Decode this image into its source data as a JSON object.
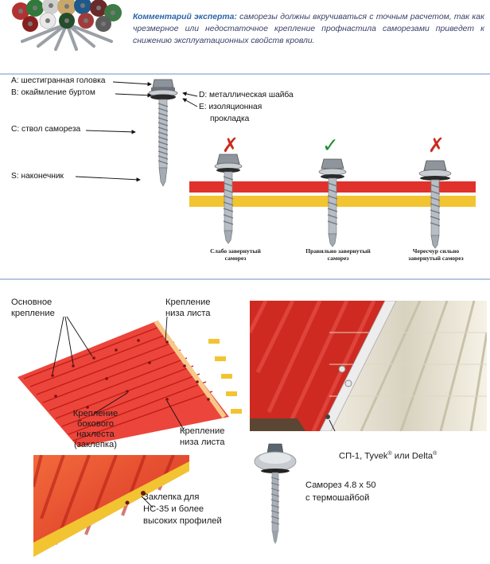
{
  "expert_comment": {
    "label": "Комментарий эксперта:",
    "text": "саморезы должны вкручиваться с точным расчетом, так как чрезмерное или недостаточное крепление профнастила саморезами приведет к снижению эксплуатационных свойств кровли."
  },
  "screw_parts": {
    "a": "A: шестигранная головка",
    "b": "B: окаймление буртом",
    "c": "C: ствол самореза",
    "s": "S: наконечник",
    "d": "D: металлическая шайба",
    "e_line1": "E: изоляционная",
    "e_line2": "прокладка"
  },
  "installation": {
    "cases": [
      {
        "mark": "✗",
        "status": "wrong",
        "caption_line1": "Слабо завернутый",
        "caption_line2": "саморез"
      },
      {
        "mark": "✓",
        "status": "correct",
        "caption_line1": "Правильно завернутый",
        "caption_line2": "саморез"
      },
      {
        "mark": "✗",
        "status": "wrong",
        "caption_line1": "Чересчур сильно",
        "caption_line2": "завернутый саморез"
      }
    ]
  },
  "roof_diagram": {
    "main_fastening_line1": "Основное",
    "main_fastening_line2": "крепление",
    "bottom_fastening_top_line1": "Крепление",
    "bottom_fastening_top_line2": "низа листа",
    "side_overlap_line1": "Крепление",
    "side_overlap_line2": "бокового нахлеста",
    "side_overlap_line3": "(заклепка)",
    "bottom_fastening_bottom_line1": "Крепление",
    "bottom_fastening_bottom_line2": "низа листа"
  },
  "rivet_note": {
    "line1": "Заклепка для",
    "line2": "НС-35 и более",
    "line3": "высоких профилей"
  },
  "membrane": {
    "label_prefix": "СП-1, Tyvek",
    "label_mid": " или Delta"
  },
  "screw_spec": {
    "line1": "Саморез 4.8 x 50",
    "line2": "с термошайбой"
  },
  "colors": {
    "roof_red": "#e0322c",
    "roof_yellow": "#f2c431",
    "check_green": "#1f8f2f",
    "cross_red": "#cc2a1c",
    "expert_blue": "#2c64a8"
  }
}
